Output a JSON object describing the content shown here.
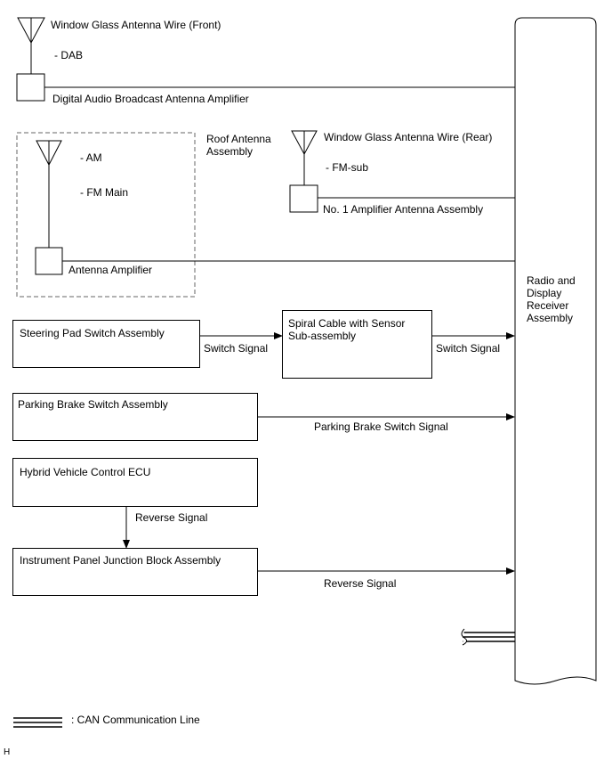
{
  "receiver": {
    "label": "Radio and\nDisplay\nReceiver\nAssembly"
  },
  "front_antenna": {
    "wire_label": "Window Glass Antenna Wire (Front)",
    "band": "- DAB",
    "amplifier_label": "Digital Audio Broadcast Antenna Amplifier"
  },
  "roof_antenna": {
    "assembly_label": "Roof Antenna\nAssembly",
    "band_am": "- AM",
    "band_fm": "- FM Main",
    "amplifier_label": "Antenna Amplifier"
  },
  "rear_antenna": {
    "wire_label": "Window Glass Antenna Wire (Rear)",
    "band": "- FM-sub",
    "amplifier_label": "No. 1 Amplifier Antenna Assembly"
  },
  "steering_pad": {
    "label": "Steering Pad Switch Assembly",
    "signal": "Switch Signal"
  },
  "spiral_cable": {
    "label": "Spiral Cable with Sensor\nSub-assembly",
    "signal": "Switch Signal"
  },
  "parking_brake": {
    "label": "Parking Brake Switch Assembly",
    "signal": "Parking Brake Switch Signal"
  },
  "hybrid_ecu": {
    "label": "Hybrid Vehicle Control ECU",
    "signal": "Reverse Signal"
  },
  "junction_block": {
    "label": "Instrument Panel Junction Block Assembly",
    "signal": "Reverse Signal"
  },
  "legend": {
    "can_label": ": CAN Communication Line"
  },
  "footer": {
    "mark": "H"
  }
}
